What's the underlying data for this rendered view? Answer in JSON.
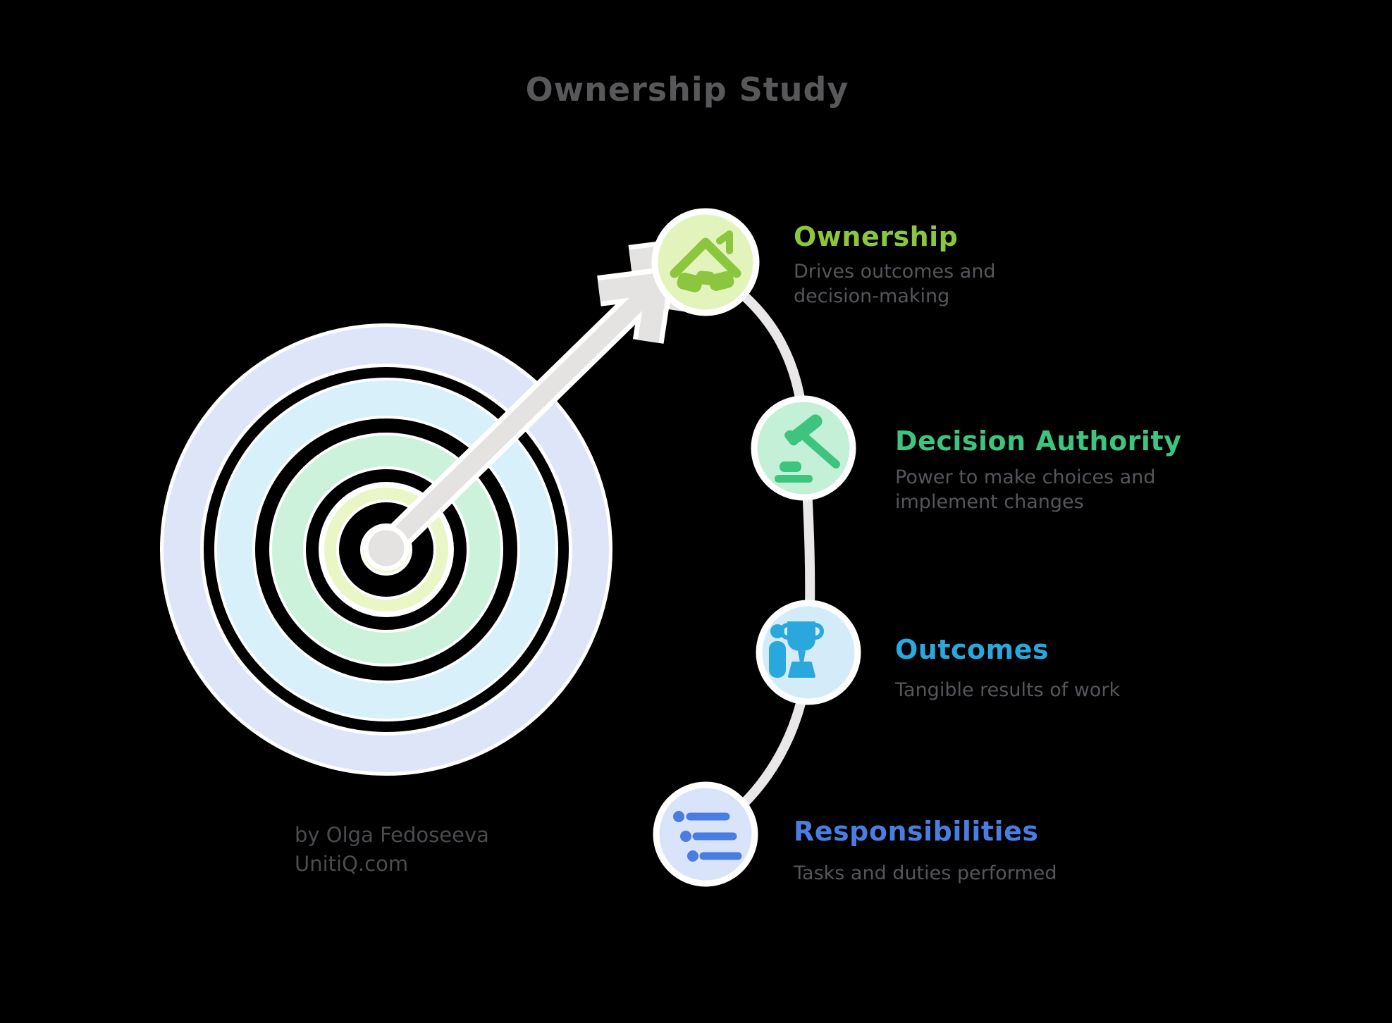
{
  "background_color": "#000000",
  "title": {
    "text": "Ownership Study",
    "color": "#58585b"
  },
  "attribution": {
    "line1": "by Olga Fedoseeva",
    "line2": "UnitiQ.com",
    "color": "#4b4c50"
  },
  "illustration": {
    "name": "target-with-arrow",
    "ring_colors": {
      "outer_ring": "#dee5f8",
      "second_ring": "#d7f0fa",
      "third_ring": "#ccf2dc",
      "bullseye": "#eaf6c6"
    },
    "arrow_color": "#e4e3e2",
    "connector_color": "#e9e7e7"
  },
  "nodes": [
    {
      "label": "Ownership",
      "description": "Drives outcomes and decision-making",
      "icon": "house-handshake-icon",
      "accent_color": "#8cc63e",
      "circle_fill": "#e2f4bc",
      "description_color": "#55565c"
    },
    {
      "label": "Decision Authority",
      "description": "Power to make choices and implement changes",
      "icon": "gavel-icon",
      "accent_color": "#3ec47f",
      "circle_fill": "#c5f0d8",
      "description_color": "#55565c"
    },
    {
      "label": "Outcomes",
      "description": "Tangible results of work",
      "icon": "person-trophy-icon",
      "accent_color": "#2aa8dd",
      "circle_fill": "#d4ecfa",
      "description_color": "#55565c"
    },
    {
      "label": "Responsibilities",
      "description": "Tasks and duties performed",
      "icon": "list-icon",
      "accent_color": "#4a7de2",
      "circle_fill": "#d9e4fb",
      "description_color": "#55565c"
    }
  ]
}
